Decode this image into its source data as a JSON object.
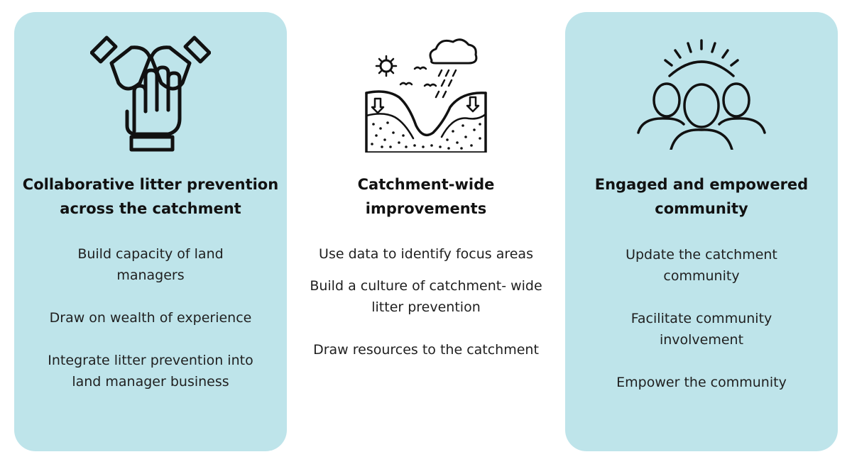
{
  "colors": {
    "card_background": "#bee4ea",
    "text": "#111111",
    "icon_stroke": "#111111"
  },
  "columns": [
    {
      "icon": "hands-together-icon",
      "heading": [
        "Collaborative litter prevention",
        "across the catchment"
      ],
      "items": [
        [
          "Build capacity of land",
          "managers"
        ],
        [
          "Draw on wealth of experience"
        ],
        [
          "Integrate litter prevention into",
          "land manager business"
        ]
      ]
    },
    {
      "icon": "catchment-landscape-icon",
      "heading": [
        "Catchment-wide",
        "improvements"
      ],
      "items": [
        [
          "Use data to identify focus areas"
        ],
        [
          "Build a culture of catchment- wide",
          "litter prevention"
        ],
        [
          "Draw resources to the catchment"
        ]
      ]
    },
    {
      "icon": "community-people-icon",
      "heading": [
        "Engaged and empowered",
        "community"
      ],
      "items": [
        [
          "Update the catchment",
          "community"
        ],
        [
          "Facilitate community",
          "involvement"
        ],
        [
          "Empower the community"
        ]
      ]
    }
  ]
}
